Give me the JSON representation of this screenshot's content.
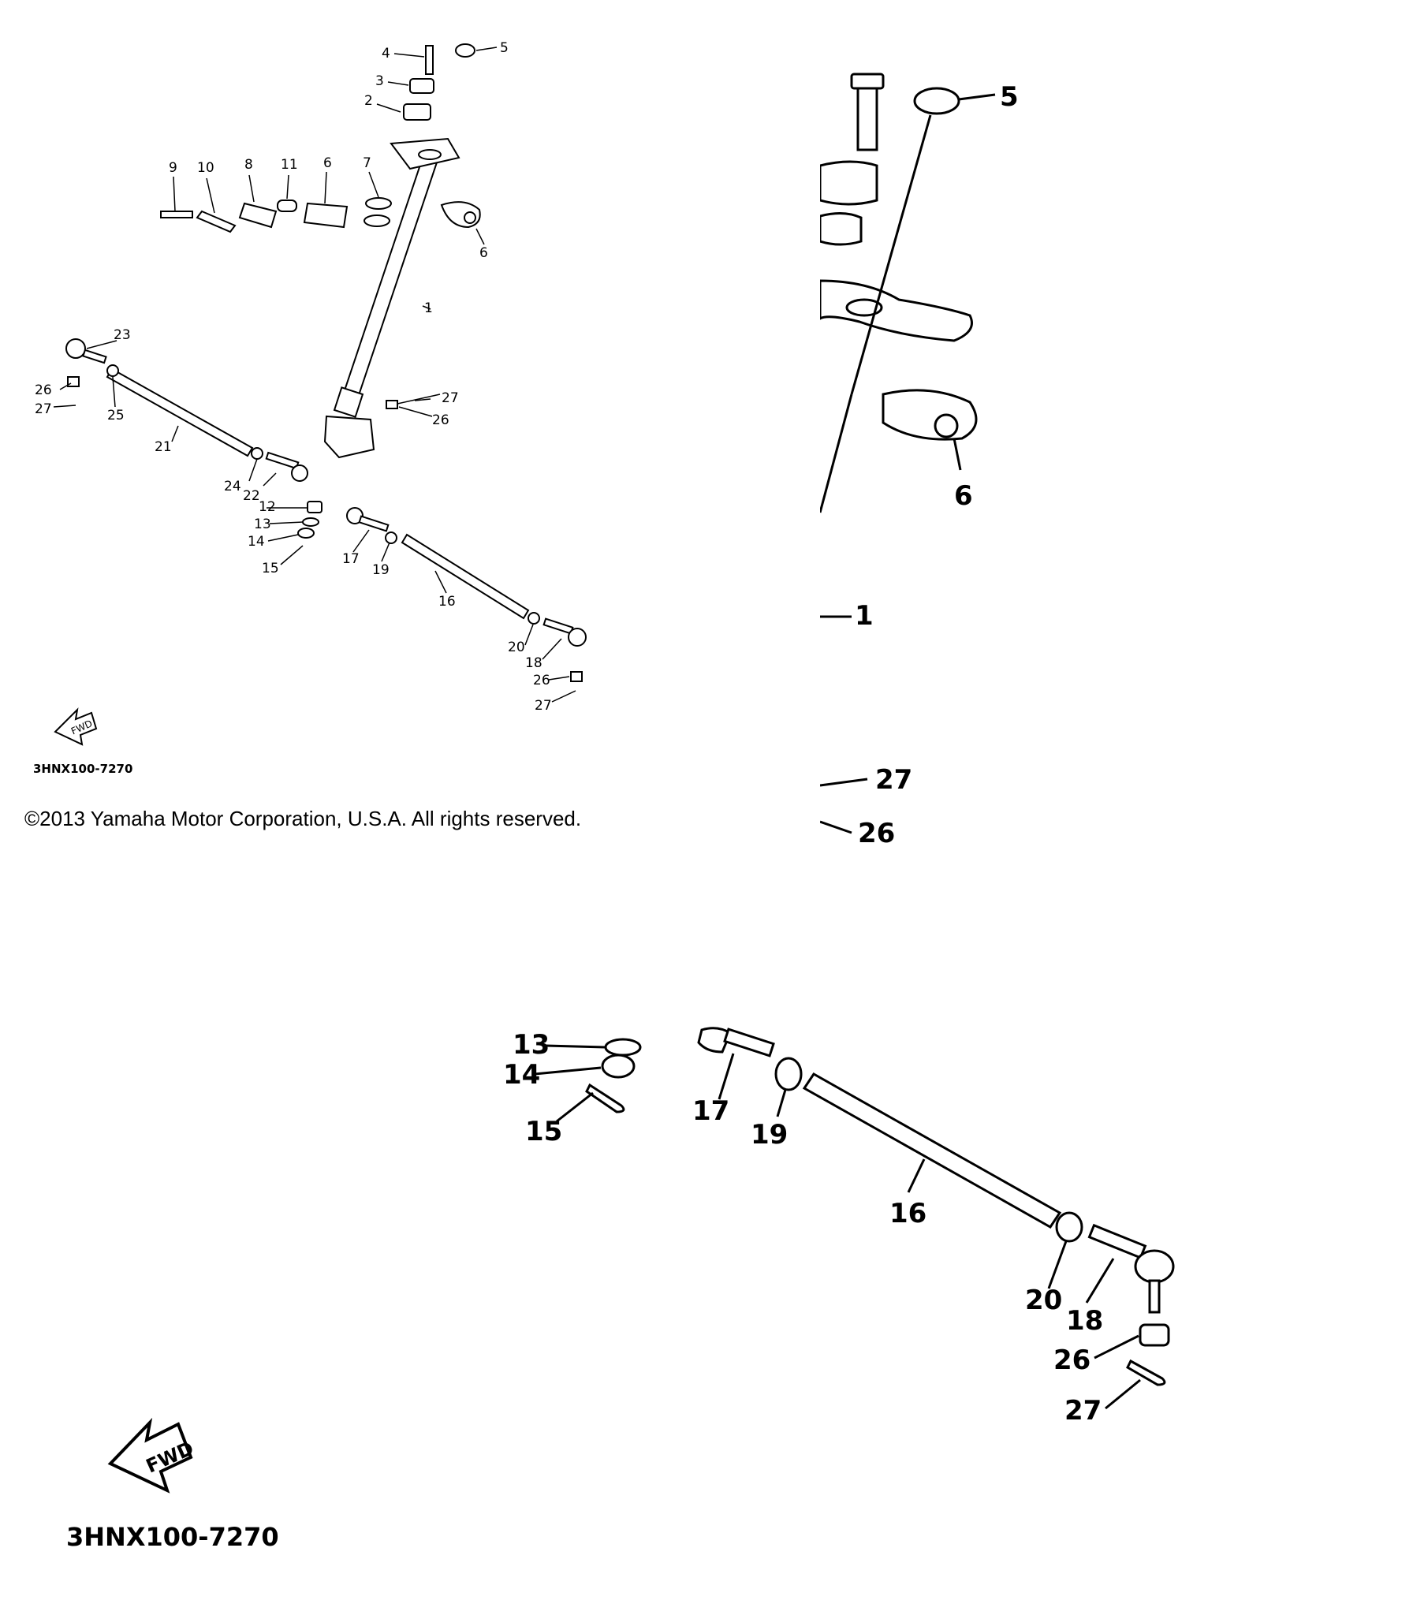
{
  "overview": {
    "parts": [
      "1",
      "2",
      "3",
      "4",
      "5",
      "6",
      "6",
      "7",
      "8",
      "9",
      "10",
      "11",
      "12",
      "13",
      "14",
      "15",
      "16",
      "17",
      "18",
      "19",
      "20",
      "21",
      "22",
      "23",
      "24",
      "25",
      "26",
      "26",
      "26",
      "27",
      "27",
      "27"
    ],
    "fwd_label": "FWD",
    "diagram_code": "3HNX100-7270",
    "copyright": "©2013 Yamaha Motor Corporation, U.S.A. All rights reserved."
  },
  "zoom_top": {
    "labels": [
      "5",
      "6",
      "1",
      "27",
      "26"
    ]
  },
  "zoom_bottom": {
    "labels": [
      "13",
      "14",
      "15",
      "17",
      "19",
      "16",
      "20",
      "18",
      "26",
      "27"
    ],
    "fwd_label": "FWD",
    "diagram_code": "3HNX100-7270"
  }
}
